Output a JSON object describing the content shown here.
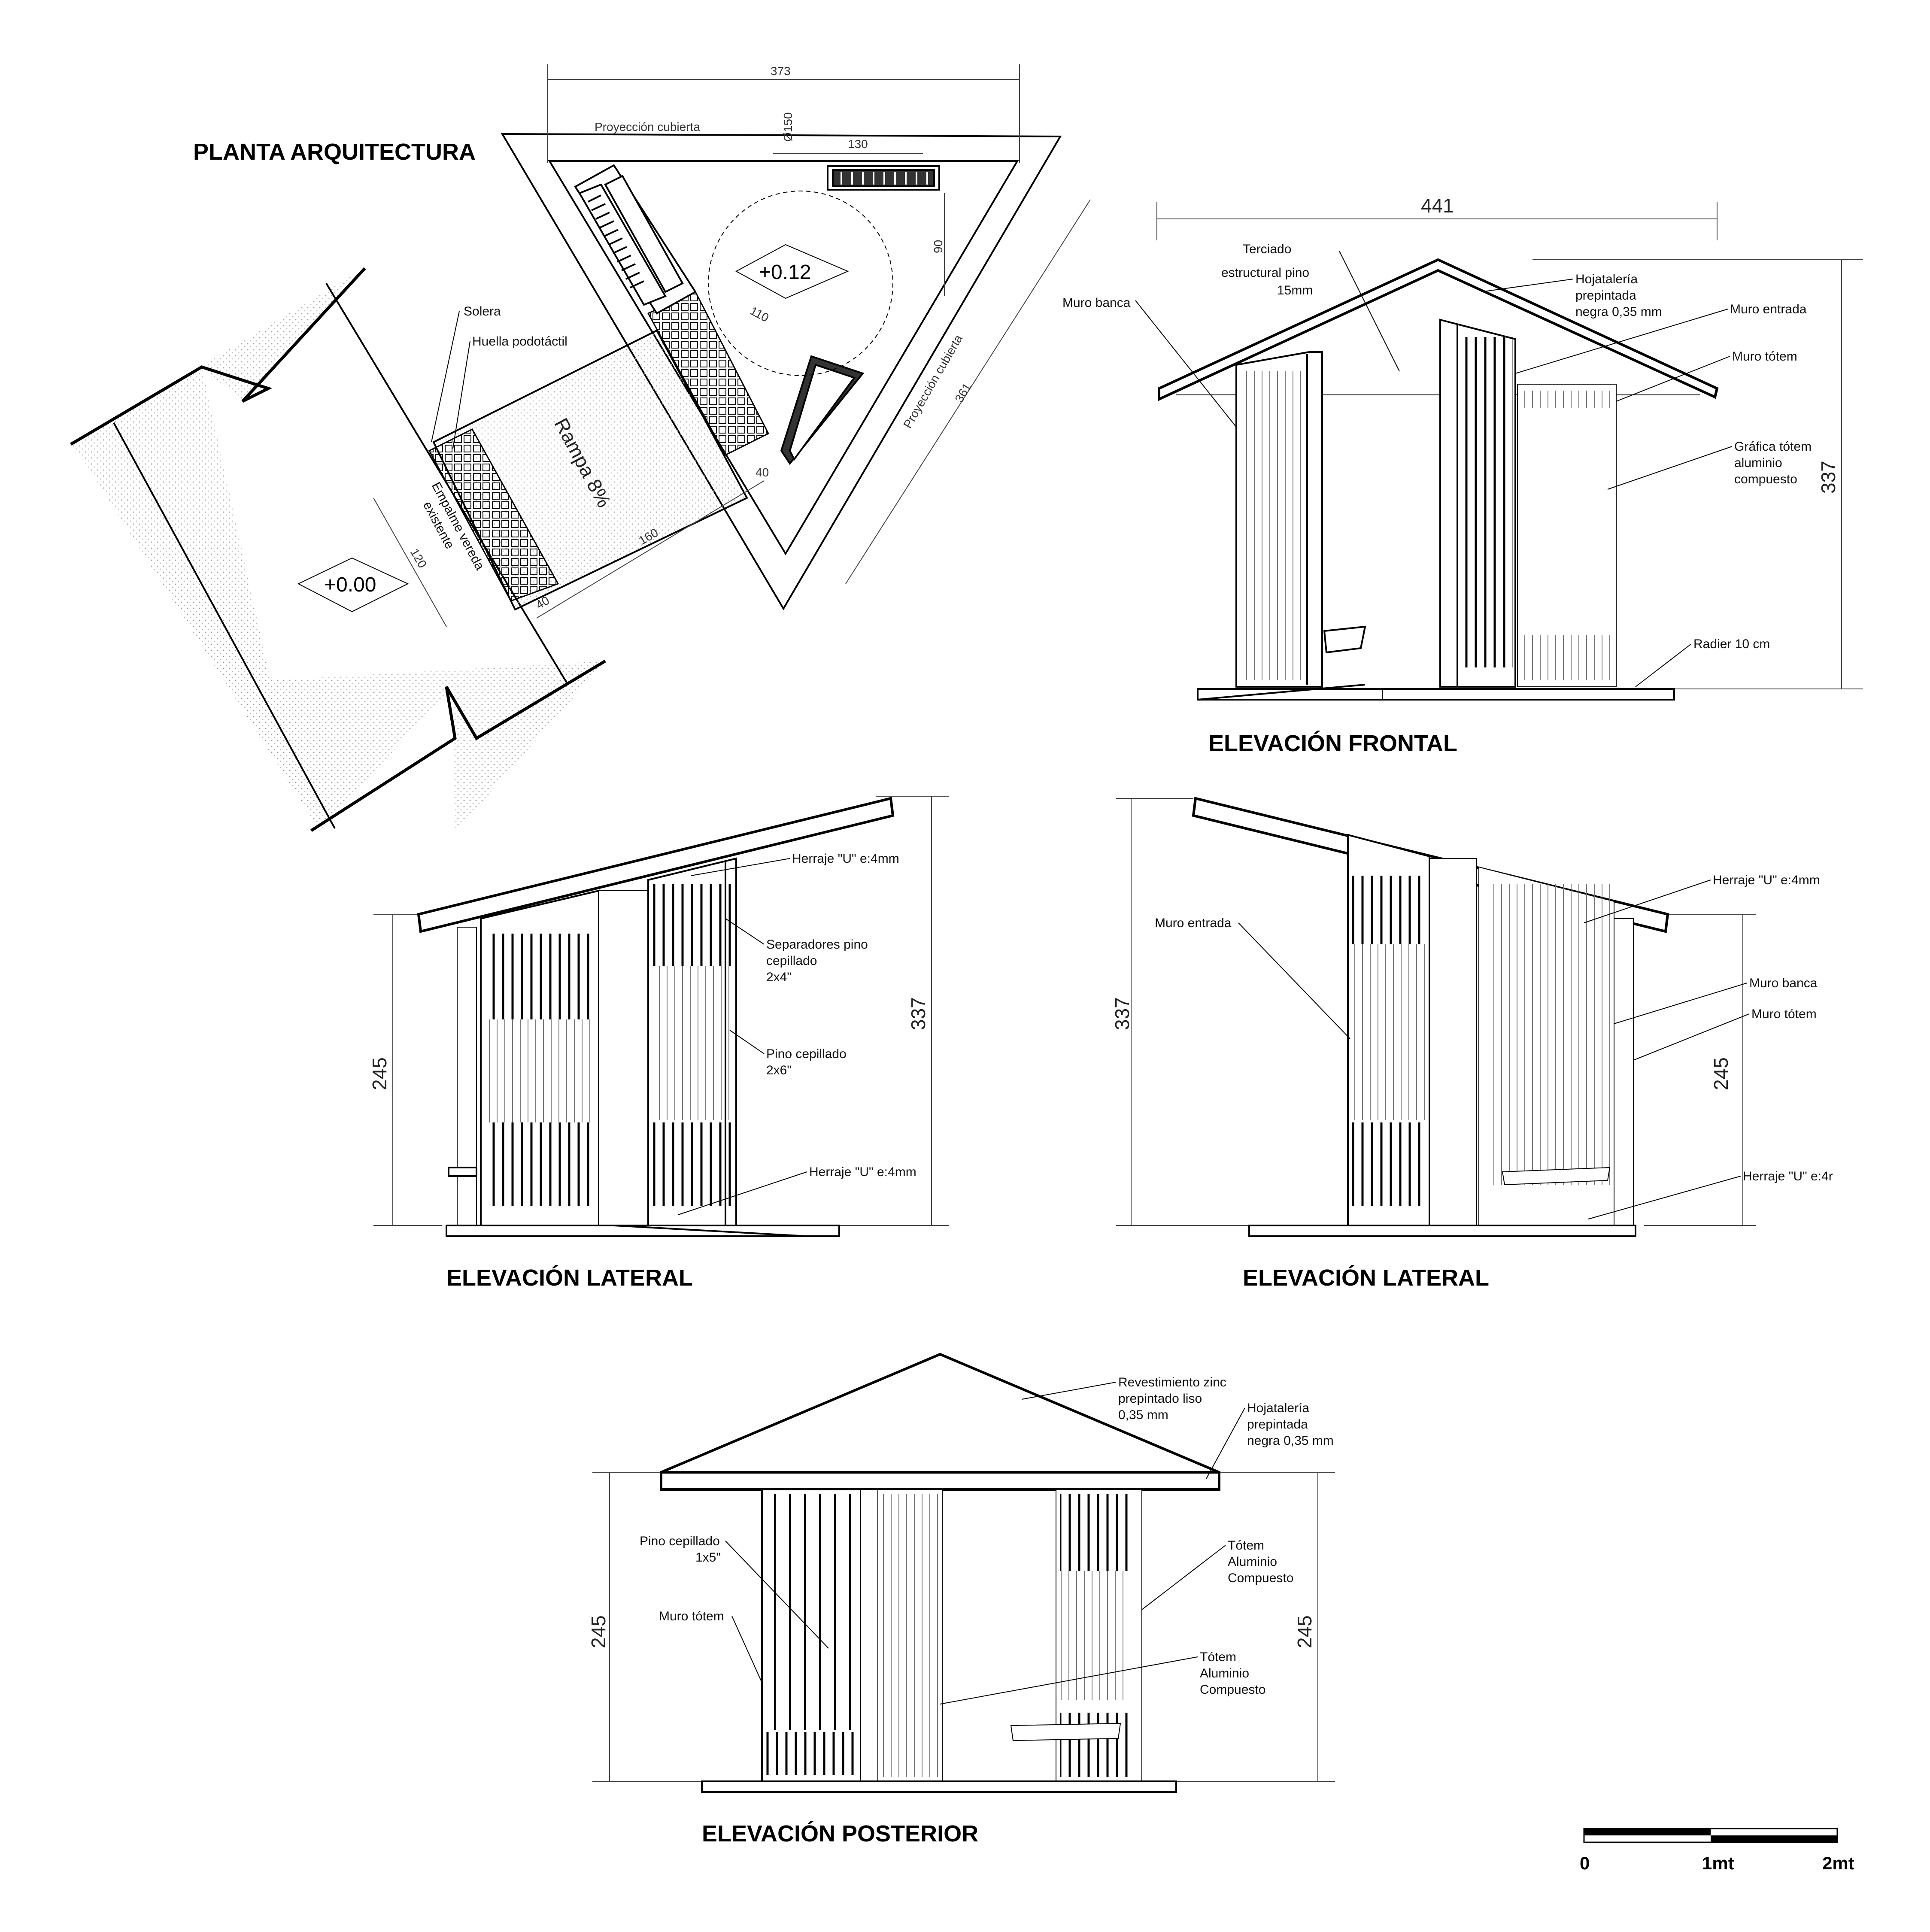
{
  "titles": {
    "plan": "PLANTA ARQUITECTURA",
    "front": "ELEVACIÓN FRONTAL",
    "lateral_left": "ELEVACIÓN LATERAL",
    "lateral_right": "ELEVACIÓN LATERAL",
    "rear": "ELEVACIÓN POSTERIOR"
  },
  "plan": {
    "dim_top": "373",
    "roof_projection": "Proyección cubierta",
    "roof_projection_side": "Proyección cubierta",
    "dim_diameter": "Ø150",
    "dim_130": "130",
    "dim_90": "90",
    "dim_110": "110",
    "dim_361": "361",
    "dim_40a": "40",
    "dim_160": "160",
    "dim_40b": "40",
    "dim_120": "120",
    "level_upper": "+0.12",
    "level_lower": "+0.00",
    "ramp": "Rampa 8%",
    "solera": "Solera",
    "tactile": "Huella podotáctil",
    "sidewalk_line1": "Empalme vereda",
    "sidewalk_line2": "existente"
  },
  "front": {
    "dim_width": "441",
    "dim_height": "337",
    "plywood_1": "Terciado",
    "plywood_2": "estructural pino",
    "plywood_3": "15mm",
    "flashing_1": "Hojatalería",
    "flashing_2": "prepintada",
    "flashing_3": "negra 0,35 mm",
    "bench_wall": "Muro banca",
    "entry_wall": "Muro entrada",
    "totem_wall": "Muro tótem",
    "graphic_1": "Gráfica tótem",
    "graphic_2": "aluminio",
    "graphic_3": "compuesto",
    "slab": "Radier 10 cm"
  },
  "lateral_left": {
    "bracket_top": "Herraje \"U\" e:4mm",
    "sep_1": "Separadores pino",
    "sep_2": "cepillado",
    "sep_3": "2x4\"",
    "pine_1": "Pino cepillado",
    "pine_2": "2x6\"",
    "bracket_bottom": "Herraje \"U\" e:4mm",
    "dim_245": "245",
    "dim_337": "337"
  },
  "lateral_right": {
    "entry_wall": "Muro entrada",
    "bracket_top": "Herraje \"U\" e:4mm",
    "bench_wall": "Muro banca",
    "totem_wall": "Muro tótem",
    "bracket_bottom": "Herraje \"U\" e:4r",
    "dim_337": "337",
    "dim_245": "245"
  },
  "rear": {
    "zinc_1": "Revestimiento zinc",
    "zinc_2": "prepintado liso",
    "zinc_3": "0,35 mm",
    "flashing_1": "Hojatalería",
    "flashing_2": "prepintada",
    "flashing_3": "negra 0,35 mm",
    "pine_1": "Pino cepillado",
    "pine_2": "1x5\"",
    "totem_wall": "Muro tótem",
    "totem_a_1": "Tótem",
    "totem_a_2": "Aluminio",
    "totem_a_3": "Compuesto",
    "totem_b_1": "Tótem",
    "totem_b_2": "Aluminio",
    "totem_b_3": "Compuesto",
    "dim_245_left": "245",
    "dim_245_right": "245"
  },
  "scale_bar": {
    "label_0": "0",
    "label_1": "1mt",
    "label_2": "2mt"
  }
}
